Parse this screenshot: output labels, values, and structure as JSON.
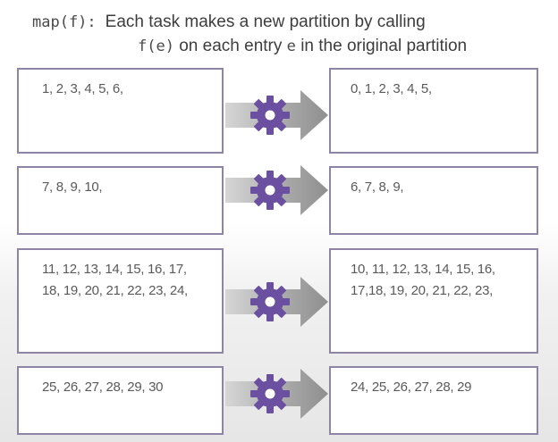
{
  "header": {
    "map_code": "map(f):",
    "text1": "Each task makes a new partition by calling",
    "fe_code": "f(e)",
    "text2a": "on each entry",
    "e_code": "e",
    "text2b": "in the original partition"
  },
  "rows": [
    {
      "input": [
        "1, 2, 3, 4, 5, 6,"
      ],
      "output": [
        "0, 1, 2, 3, 4, 5,"
      ]
    },
    {
      "input": [
        "7, 8, 9, 10,"
      ],
      "output": [
        "6, 7, 8, 9,"
      ]
    },
    {
      "input": [
        "11, 12, 13, 14, 15, 16, 17,",
        "18, 19, 20, 21, 22, 23, 24,"
      ],
      "output": [
        "10, 11, 12, 13, 14, 15, 16,",
        "17,18, 19, 20, 21, 22, 23,"
      ]
    },
    {
      "input": [
        "25, 26, 27, 28, 29, 30"
      ],
      "output": [
        "24, 25, 26, 27, 28, 29"
      ]
    }
  ],
  "icons": {
    "transform": "gear-icon",
    "flow": "arrow-right-icon"
  },
  "colors": {
    "border": "#8e84a6",
    "gear": "#6b4fa0",
    "arrow": "#a8a8a8"
  }
}
